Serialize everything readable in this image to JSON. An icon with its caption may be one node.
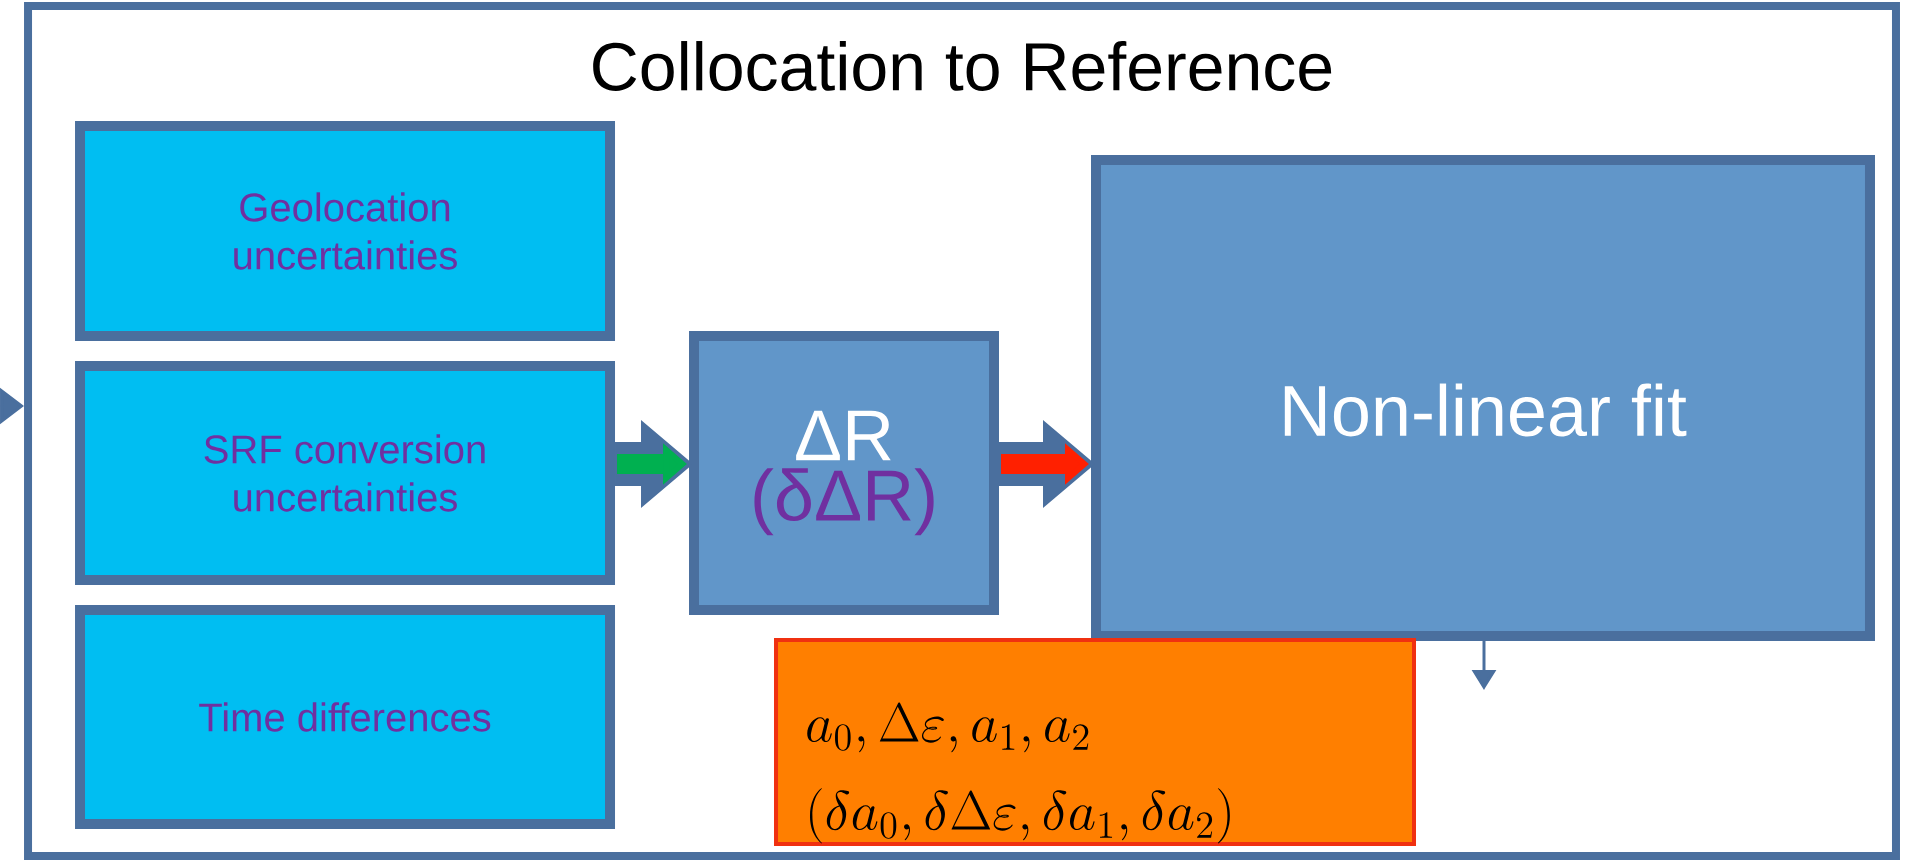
{
  "diagram": {
    "nodes": [
      {
        "text": [
          "Collocation to Reference"
        ]
      },
      {
        "text": [
          "Geolocation uncertainties"
        ],
        "in": 0
      },
      {
        "text": [
          "SRF conversion uncertainties"
        ],
        "in": 0
      },
      {
        "text": [
          "Time differences"
        ],
        "in": 0
      },
      {
        "text": [
          "ΔR",
          "(δΔR)"
        ],
        "in": 0
      },
      {
        "text": [
          "Non-linear fit"
        ],
        "in": 0
      },
      {
        "text": [
          "a_0,\\Delta\\varepsilon,a_1,a_2",
          "(\\delta a_0,\\delta\\Delta\\varepsilon,\\delta a_1,\\delta a_2)"
        ],
        "in": 0
      }
    ],
    "edges": [
      {
        "from": 2,
        "to": 4,
        "arrow": "to",
        "color": "#00b050"
      },
      {
        "from": 4,
        "to": 5,
        "arrow": "to",
        "color": "#ff2000"
      },
      {
        "from": 5,
        "to": null,
        "arrow": "to"
      },
      {
        "from": null,
        "to": 0,
        "arrow": "to"
      }
    ]
  }
}
